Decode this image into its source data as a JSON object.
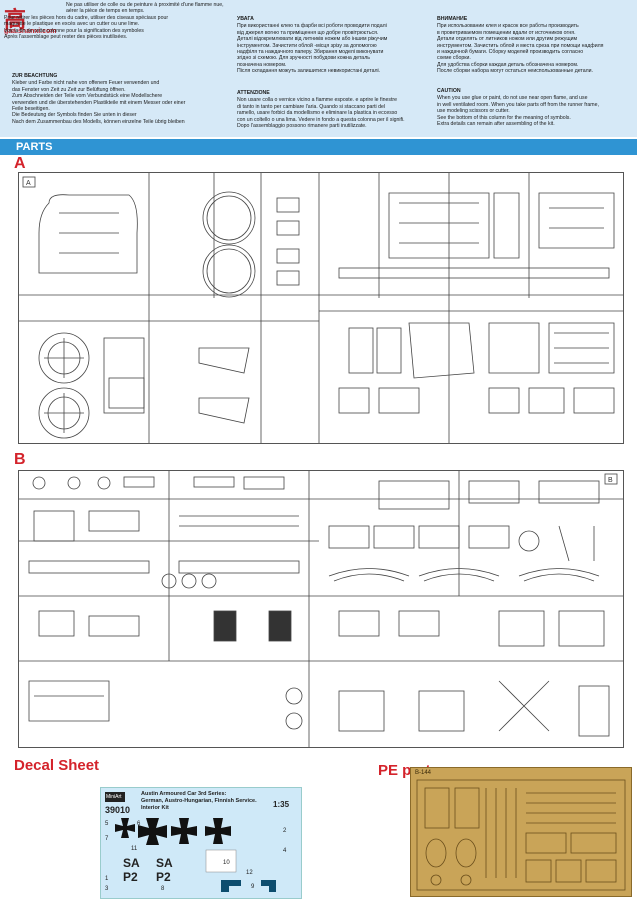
{
  "logo": {
    "brand": "高",
    "site": "gaa.shanxi.com"
  },
  "instructions": {
    "french": {
      "lines": [
        "Ne pas utiliser de colle ou de peinture à proximité d'une flamme nue,",
        "aérer la pièce de temps en temps.",
        "Pour retirer les pièces hors du cadre, utiliser des ciseaux spéciaux pour",
        "maquette le plastique en excès avec un cutter ou une lime.",
        "Voir la fin de cette colonne pour la signification des symboles",
        "Après l'assemblage peut rester des pièces inutilisées."
      ]
    },
    "german": {
      "heading": "ZUR BEACHTUNG",
      "lines": [
        "Kleber und Farbe nicht nahe von offenem Feuer verwenden und",
        "das Fenster von Zeit zu Zeit zur Belüftung öffnen.",
        "Zum Abschneiden der Teile vom Verbundstück eine Modellschere",
        "verwenden und die überstehenden Plastikteile mit einem Messer oder einer",
        "Feile beseitigen.",
        "Die Bedeutung der Symbols finden Sie unten in dieser",
        "Nach dem Zusammenbau des Modells, können einzelne Teile übrig bleiben"
      ]
    },
    "ukrainian": {
      "heading": "УВАГА",
      "lines": [
        "При використанні клею та фарби всі роботи проводити подалі",
        "від джерел вогню та приміщення що добре провітрюється.",
        "Деталі відокремлювати від литників ножем або іншим ріжучим",
        "інструментом. Зачистити облой -місця зрізу за допомогою",
        "надфіля та наждачного паперу. Збирання моделі виконувати",
        "згідно зі схемою. Для зручності побудови кожна деталь",
        "позначена номером.",
        "Після складання можуть залишитися невикористані деталі."
      ]
    },
    "italian": {
      "heading": "ATTENZIONE",
      "lines": [
        "Non usare colla o vernice vicino a fiamme esposte. e aprire le finestre",
        "di tanto in tanto per cambiare l'aria. Quando si staccano parti del",
        "ramello, usare forbici da modellismo e eliminare la plastica in eccesso",
        "con un coltello o una lima. Vedere in fondo a questa colonna per il signifi.",
        "Dopo l'assemblaggio possono rimanere parti inutilizzate."
      ]
    },
    "russian": {
      "heading": "ВНИМАНИЕ",
      "lines": [
        "При использовании клея и красок все работы производить",
        "в проветриваемом помещении вдали от источников огня.",
        "Детали отделять от литников ножом или другим режущим",
        "инструментом. Зачистить облой и места среза при помощи надфиля",
        "и наждачной бумаги. Сборку моделей производить согласно",
        "схеме сборки.",
        "Для удобства сборки каждая деталь обозначена номером.",
        "После сборки набора могут остаться неиспользованные детали."
      ]
    },
    "english": {
      "heading": "CAUTION",
      "lines": [
        "When you use glue or paint, do not use near open flame, and use",
        "in well ventilated room. When you take parts off from the runner frame,",
        "use modeling scissors or cutter.",
        "See the bottom of this column for the meaning of symbols.",
        "Extra details can remain after assembling of the kit."
      ]
    }
  },
  "parts_header": "PARTS",
  "sprue_a": {
    "label": "A",
    "tag": "A"
  },
  "sprue_b": {
    "label": "B",
    "tag": "B"
  },
  "decal_sheet": {
    "title": "Decal Sheet",
    "brand": "MiniArt",
    "kit_number": "39010",
    "kit_name": "Austin Armoured Car 3rd Series:",
    "kit_subtitle": "German, Austro-Hungarian, Finnish Service.",
    "kit_extra": "Interior Kit",
    "scale": "1:35",
    "marking_text_1": "SA",
    "marking_text_2": "P2",
    "numbers": [
      "1",
      "2",
      "3",
      "4",
      "5",
      "6",
      "7",
      "8",
      "9",
      "10",
      "11",
      "12"
    ]
  },
  "pe_parts": {
    "title": "PE parts",
    "code": "B-144"
  },
  "colors": {
    "accent": "#2f94d3",
    "label_red": "#d4232b",
    "band": "#d6e9f7",
    "decal_bg": "#cfe9f8",
    "pe_gold": "#c9a458"
  }
}
